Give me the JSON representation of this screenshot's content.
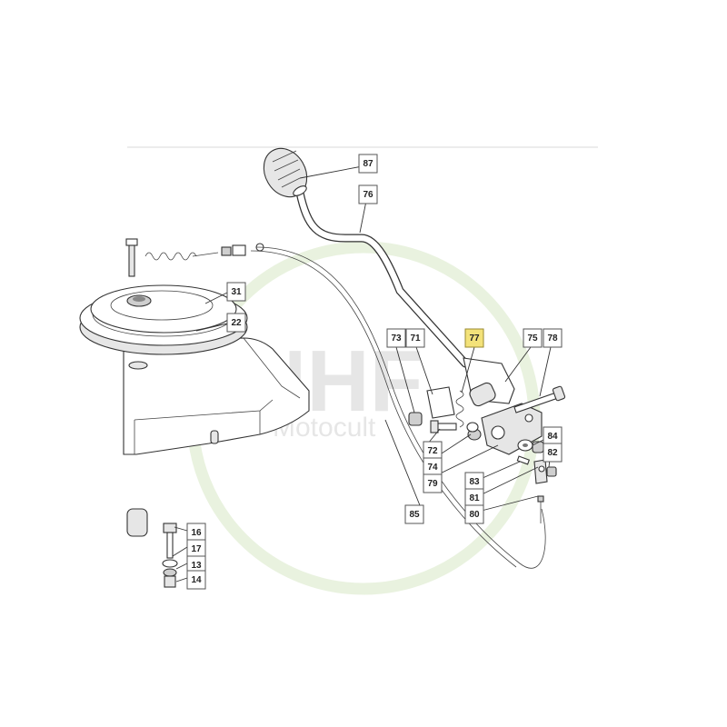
{
  "watermark": {
    "brand": "NHF",
    "subtitle": "Motocult",
    "ring_color": "#cfe3b8"
  },
  "accent_color": "#f3e27a",
  "parts": [
    {
      "id": "p87",
      "label": "87",
      "highlight": false
    },
    {
      "id": "p76",
      "label": "76",
      "highlight": false
    },
    {
      "id": "p31",
      "label": "31",
      "highlight": false
    },
    {
      "id": "p22",
      "label": "22",
      "highlight": false
    },
    {
      "id": "p73",
      "label": "73",
      "highlight": false
    },
    {
      "id": "p71",
      "label": "71",
      "highlight": false
    },
    {
      "id": "p77",
      "label": "77",
      "highlight": true
    },
    {
      "id": "p75",
      "label": "75",
      "highlight": false
    },
    {
      "id": "p78",
      "label": "78",
      "highlight": false
    },
    {
      "id": "p84",
      "label": "84",
      "highlight": false
    },
    {
      "id": "p82",
      "label": "82",
      "highlight": false
    },
    {
      "id": "p72",
      "label": "72",
      "highlight": false
    },
    {
      "id": "p74",
      "label": "74",
      "highlight": false
    },
    {
      "id": "p79",
      "label": "79",
      "highlight": false
    },
    {
      "id": "p83",
      "label": "83",
      "highlight": false
    },
    {
      "id": "p81",
      "label": "81",
      "highlight": false
    },
    {
      "id": "p80",
      "label": "80",
      "highlight": false
    },
    {
      "id": "p85",
      "label": "85",
      "highlight": false
    },
    {
      "id": "p16",
      "label": "16",
      "highlight": false
    },
    {
      "id": "p17",
      "label": "17",
      "highlight": false
    },
    {
      "id": "p13",
      "label": "13",
      "highlight": false
    },
    {
      "id": "p14",
      "label": "14",
      "highlight": false
    }
  ]
}
